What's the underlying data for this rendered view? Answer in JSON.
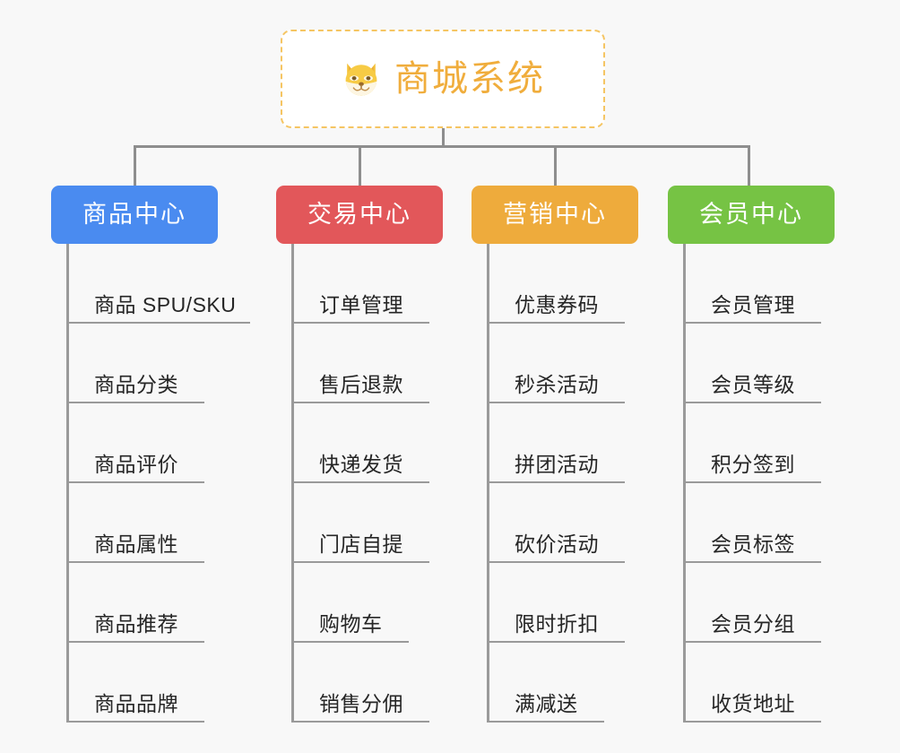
{
  "diagram": {
    "type": "mind-map",
    "background_color": "#f8f8f8",
    "connector_color": "#8e8e8e",
    "root": {
      "label": "商城系统",
      "icon": "shiba-dog-face-icon",
      "text_color": "#f0ad3c",
      "border_color": "#f5c563",
      "background_color": "#ffffff"
    },
    "branches": [
      {
        "label": "商品中心",
        "color": "#4a8bf0",
        "leaves": [
          "商品 SPU/SKU",
          "商品分类",
          "商品评价",
          "商品属性",
          "商品推荐",
          "商品品牌"
        ]
      },
      {
        "label": "交易中心",
        "color": "#e2575a",
        "leaves": [
          "订单管理",
          "售后退款",
          "快递发货",
          "门店自提",
          "购物车",
          "销售分佣"
        ]
      },
      {
        "label": "营销中心",
        "color": "#eeab3c",
        "leaves": [
          "优惠券码",
          "秒杀活动",
          "拼团活动",
          "砍价活动",
          "限时折扣",
          "满减送"
        ]
      },
      {
        "label": "会员中心",
        "color": "#76c344",
        "leaves": [
          "会员管理",
          "会员等级",
          "积分签到",
          "会员标签",
          "会员分组",
          "收货地址"
        ]
      }
    ]
  }
}
